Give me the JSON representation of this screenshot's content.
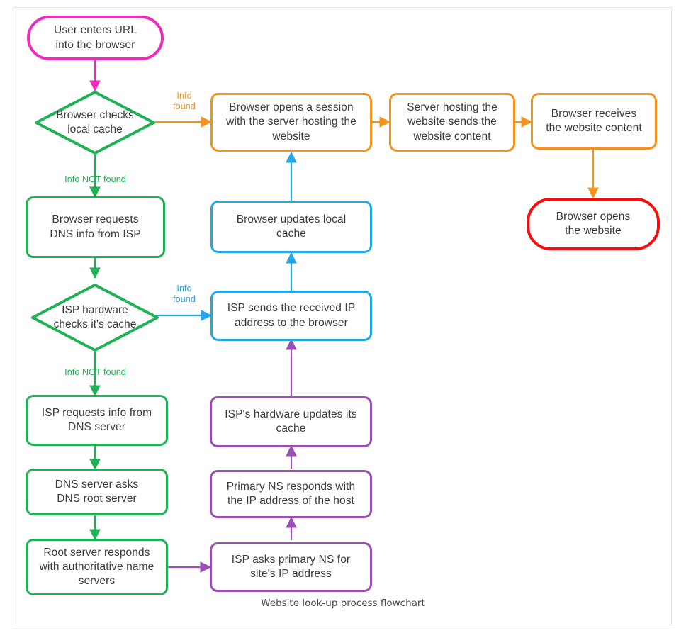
{
  "caption": "Website look-up process flowchart",
  "colors": {
    "magenta": "#ee2bbd",
    "green": "#1fb254",
    "orange": "#f4921e",
    "blue": "#22a7e8",
    "purple": "#9a4fb3",
    "red": "#fb0c0c",
    "text": "#3b3b3b",
    "frame_border": "#e6e6e6",
    "background": "#ffffff"
  },
  "chart_data": {
    "type": "diagram",
    "title": "Website look-up process flowchart",
    "nodes": [
      {
        "id": "start",
        "label": "User enters URL\ninto the browser",
        "shape": "terminal",
        "color": "magenta"
      },
      {
        "id": "browser_cache",
        "label": "Browser checks\nlocal cache",
        "shape": "decision",
        "color": "green"
      },
      {
        "id": "dns_request",
        "label": "Browser requests\nDNS info from ISP",
        "shape": "process",
        "color": "green"
      },
      {
        "id": "isp_cache",
        "label": "ISP hardware\nchecks it's cache",
        "shape": "decision",
        "color": "green"
      },
      {
        "id": "isp_dns",
        "label": "ISP requests info from\nDNS server",
        "shape": "process",
        "color": "green"
      },
      {
        "id": "dns_root",
        "label": "DNS server asks\nDNS root server",
        "shape": "process",
        "color": "green"
      },
      {
        "id": "root_responds",
        "label": "Root server responds\nwith authoritative name\nservers",
        "shape": "process",
        "color": "green"
      },
      {
        "id": "isp_asks_ns",
        "label": "ISP asks primary NS for\nsite's IP address",
        "shape": "process",
        "color": "purple"
      },
      {
        "id": "ns_responds",
        "label": "Primary NS responds with\nthe IP address of the host",
        "shape": "process",
        "color": "purple"
      },
      {
        "id": "isp_updates",
        "label": "ISP's hardware updates its\ncache",
        "shape": "process",
        "color": "purple"
      },
      {
        "id": "isp_sends_ip",
        "label": "ISP sends the received IP\naddress to the browser",
        "shape": "process",
        "color": "blue"
      },
      {
        "id": "browser_update",
        "label": "Browser updates local\ncache",
        "shape": "process",
        "color": "blue"
      },
      {
        "id": "open_session",
        "label": "Browser opens a session\nwith the server hosting the\nwebsite",
        "shape": "process",
        "color": "orange"
      },
      {
        "id": "server_sends",
        "label": "Server hosting the\nwebsite sends the\nwebsite content",
        "shape": "process",
        "color": "orange"
      },
      {
        "id": "browser_recv",
        "label": "Browser receives\nthe website content",
        "shape": "process",
        "color": "orange"
      },
      {
        "id": "browser_opens",
        "label": "Browser opens\nthe website",
        "shape": "terminal",
        "color": "red"
      }
    ],
    "edges": [
      {
        "from": "start",
        "to": "browser_cache",
        "label": "",
        "color": "magenta"
      },
      {
        "from": "browser_cache",
        "to": "open_session",
        "label": "Info\nfound",
        "color": "orange"
      },
      {
        "from": "browser_cache",
        "to": "dns_request",
        "label": "Info NOT found",
        "color": "green"
      },
      {
        "from": "dns_request",
        "to": "isp_cache",
        "label": "",
        "color": "green"
      },
      {
        "from": "isp_cache",
        "to": "isp_sends_ip",
        "label": "Info\nfound",
        "color": "blue"
      },
      {
        "from": "isp_cache",
        "to": "isp_dns",
        "label": "Info NOT found",
        "color": "green"
      },
      {
        "from": "isp_dns",
        "to": "dns_root",
        "label": "",
        "color": "green"
      },
      {
        "from": "dns_root",
        "to": "root_responds",
        "label": "",
        "color": "green"
      },
      {
        "from": "root_responds",
        "to": "isp_asks_ns",
        "label": "",
        "color": "purple"
      },
      {
        "from": "isp_asks_ns",
        "to": "ns_responds",
        "label": "",
        "color": "purple"
      },
      {
        "from": "ns_responds",
        "to": "isp_updates",
        "label": "",
        "color": "purple"
      },
      {
        "from": "isp_updates",
        "to": "isp_sends_ip",
        "label": "",
        "color": "purple"
      },
      {
        "from": "isp_sends_ip",
        "to": "browser_update",
        "label": "",
        "color": "blue"
      },
      {
        "from": "browser_update",
        "to": "open_session",
        "label": "",
        "color": "blue"
      },
      {
        "from": "open_session",
        "to": "server_sends",
        "label": "",
        "color": "orange"
      },
      {
        "from": "server_sends",
        "to": "browser_recv",
        "label": "",
        "color": "orange"
      },
      {
        "from": "browser_recv",
        "to": "browser_opens",
        "label": "",
        "color": "orange"
      }
    ],
    "edge_labels": {
      "info_found_orange": "Info\nfound",
      "info_found_blue": "Info\nfound",
      "info_not_found_1": "Info NOT found",
      "info_not_found_2": "Info NOT found"
    }
  }
}
